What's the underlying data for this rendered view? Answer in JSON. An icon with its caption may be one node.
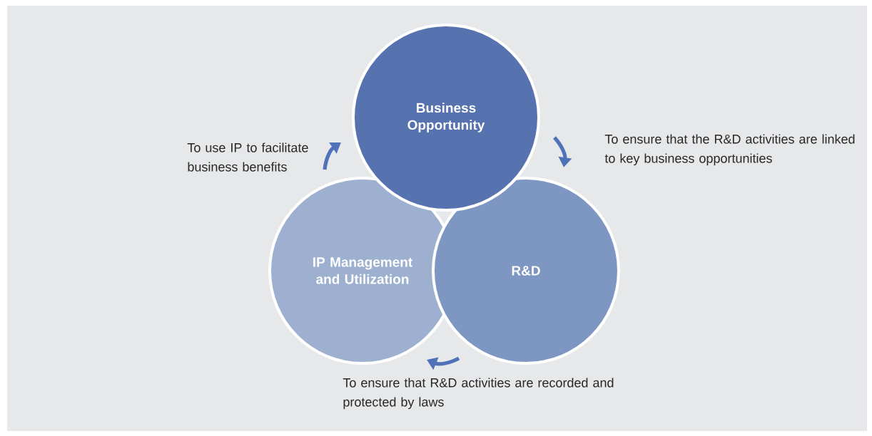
{
  "diagram": {
    "nodes": [
      {
        "text": [
          "Business Opportunity"
        ]
      },
      {
        "text": [
          "R&D"
        ]
      },
      {
        "text": [
          "IP Management and Utilization"
        ]
      }
    ],
    "edges": [
      {
        "from": 0,
        "to": 1,
        "arrow": "to",
        "label": "To ensure that the R&D activities are linked to key business opportunities"
      },
      {
        "from": 1,
        "to": 2,
        "arrow": "to",
        "label": "To ensure that R&D activities are recorded and protected by laws"
      },
      {
        "from": 2,
        "to": 0,
        "arrow": "to",
        "label": "To use IP to facilitate business benefits"
      }
    ]
  }
}
